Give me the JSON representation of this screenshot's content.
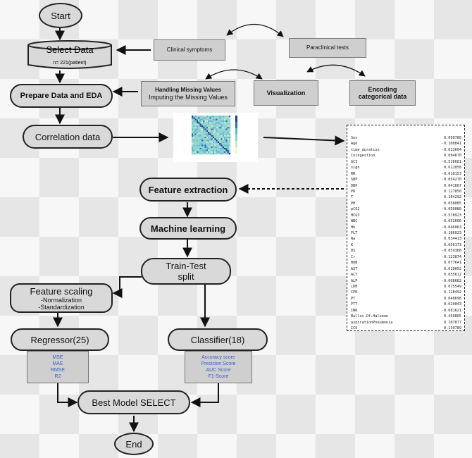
{
  "nodes": {
    "start": "Start",
    "select_data": "Select Data",
    "select_data_sub": "n= 221(patient)",
    "clinical_symptoms": "Clinical symptoms",
    "paraclinical_tests": "Paraclinical tests",
    "prepare_data": "Prepare Data and EDA",
    "handling_missing_title": "Handling Missing Values",
    "handling_missing_body": "Imputing the Missing Values",
    "visualization": "Visualization",
    "encoding": "Encoding categorical data",
    "correlation": "Correlation data",
    "feature_extraction": "Feature extraction",
    "machine_learning": "Machine learning",
    "train_test_line1": "Train-Test",
    "train_test_line2": "split",
    "feature_scaling_title": "Feature scaling",
    "feature_scaling_item1": "-Normalization",
    "feature_scaling_item2": "-Standardization",
    "regressor": "Regressor(25)",
    "classifier": "Classifier(18)",
    "best_model": "Best Model SELECT",
    "end": "End"
  },
  "regressor_metrics": [
    "MSE",
    "MAE",
    "RMSE",
    "R2"
  ],
  "classifier_metrics": [
    "Accuracy score",
    "Precision Score",
    "AUC Score",
    "F1-Score"
  ],
  "correlations": [
    {
      "feature": "Sex",
      "value": "0.099780"
    },
    {
      "feature": "Age",
      "value": "-0.108841"
    },
    {
      "feature": "time_duration",
      "value": "-0.023604"
    },
    {
      "feature": "Coingestion",
      "value": "0.094670"
    },
    {
      "feature": "GCS",
      "value": "-0.516681"
    },
    {
      "feature": "sign",
      "value": "0.612058"
    },
    {
      "feature": "RR",
      "value": "-0.610153"
    },
    {
      "feature": "SBP",
      "value": "-0.054270"
    },
    {
      "feature": "DBP",
      "value": "0.041667"
    },
    {
      "feature": "PR",
      "value": "0.127850"
    },
    {
      "feature": "T",
      "value": "0.184292"
    },
    {
      "feature": "PH",
      "value": "0.058085"
    },
    {
      "feature": "pCO2",
      "value": "-0.050080"
    },
    {
      "feature": "HCO3",
      "value": "-0.578923"
    },
    {
      "feature": "WBC",
      "value": "-0.052666"
    },
    {
      "feature": "Hb",
      "value": "-0.046063"
    },
    {
      "feature": "PLT",
      "value": "0.186023"
    },
    {
      "feature": "Na",
      "value": "0.034413"
    },
    {
      "feature": "K",
      "value": "0.056173"
    },
    {
      "feature": "BS",
      "value": "-0.059368"
    },
    {
      "feature": "Cr",
      "value": "-0.123874"
    },
    {
      "feature": "BUN",
      "value": "0.077641"
    },
    {
      "feature": "AST",
      "value": "0.010052"
    },
    {
      "feature": "ALT",
      "value": "0.055612"
    },
    {
      "feature": "ALP",
      "value": "-0.008682"
    },
    {
      "feature": "LDH",
      "value": "0.075549"
    },
    {
      "feature": "CPK",
      "value": "0.128492"
    },
    {
      "feature": "PT",
      "value": "0.048698"
    },
    {
      "feature": "PTT",
      "value": "0.020043"
    },
    {
      "feature": "INR",
      "value": "-0.081621"
    },
    {
      "feature": "Bullos.Of.Haloean",
      "value": "0.459805"
    },
    {
      "feature": "aspirationPneumonia",
      "value": "0.107877"
    },
    {
      "feature": "ICU",
      "value": "0.139789"
    }
  ]
}
